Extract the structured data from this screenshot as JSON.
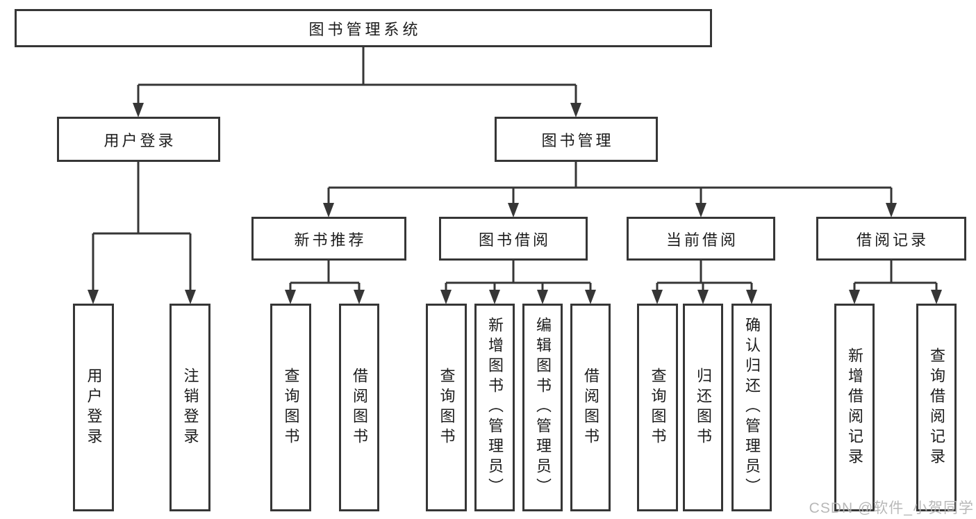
{
  "diagram": {
    "root": {
      "label": "图书管理系统"
    },
    "branches": [
      {
        "label": "用户登录",
        "children": [
          {
            "label": "用户登录"
          },
          {
            "label": "注销登录"
          }
        ]
      },
      {
        "label": "图书管理",
        "children": [
          {
            "label": "新书推荐",
            "children": [
              {
                "label": "查询图书"
              },
              {
                "label": "借阅图书"
              }
            ]
          },
          {
            "label": "图书借阅",
            "children": [
              {
                "label": "查询图书"
              },
              {
                "label": "新增图书（管理员）"
              },
              {
                "label": "编辑图书（管理员）"
              },
              {
                "label": "借阅图书"
              }
            ]
          },
          {
            "label": "当前借阅",
            "children": [
              {
                "label": "查询图书"
              },
              {
                "label": "归还图书"
              },
              {
                "label": "确认归还（管理员）"
              }
            ]
          },
          {
            "label": "借阅记录",
            "children": [
              {
                "label": "新增借阅记录"
              },
              {
                "label": "查询借阅记录"
              }
            ]
          }
        ]
      }
    ]
  },
  "watermark": {
    "text": "CSDN @软件_小贺同学"
  },
  "colors": {
    "line": "#363636",
    "text": "#1c1c1c",
    "watermark": "#b3b3b3",
    "background": "#ffffff"
  }
}
